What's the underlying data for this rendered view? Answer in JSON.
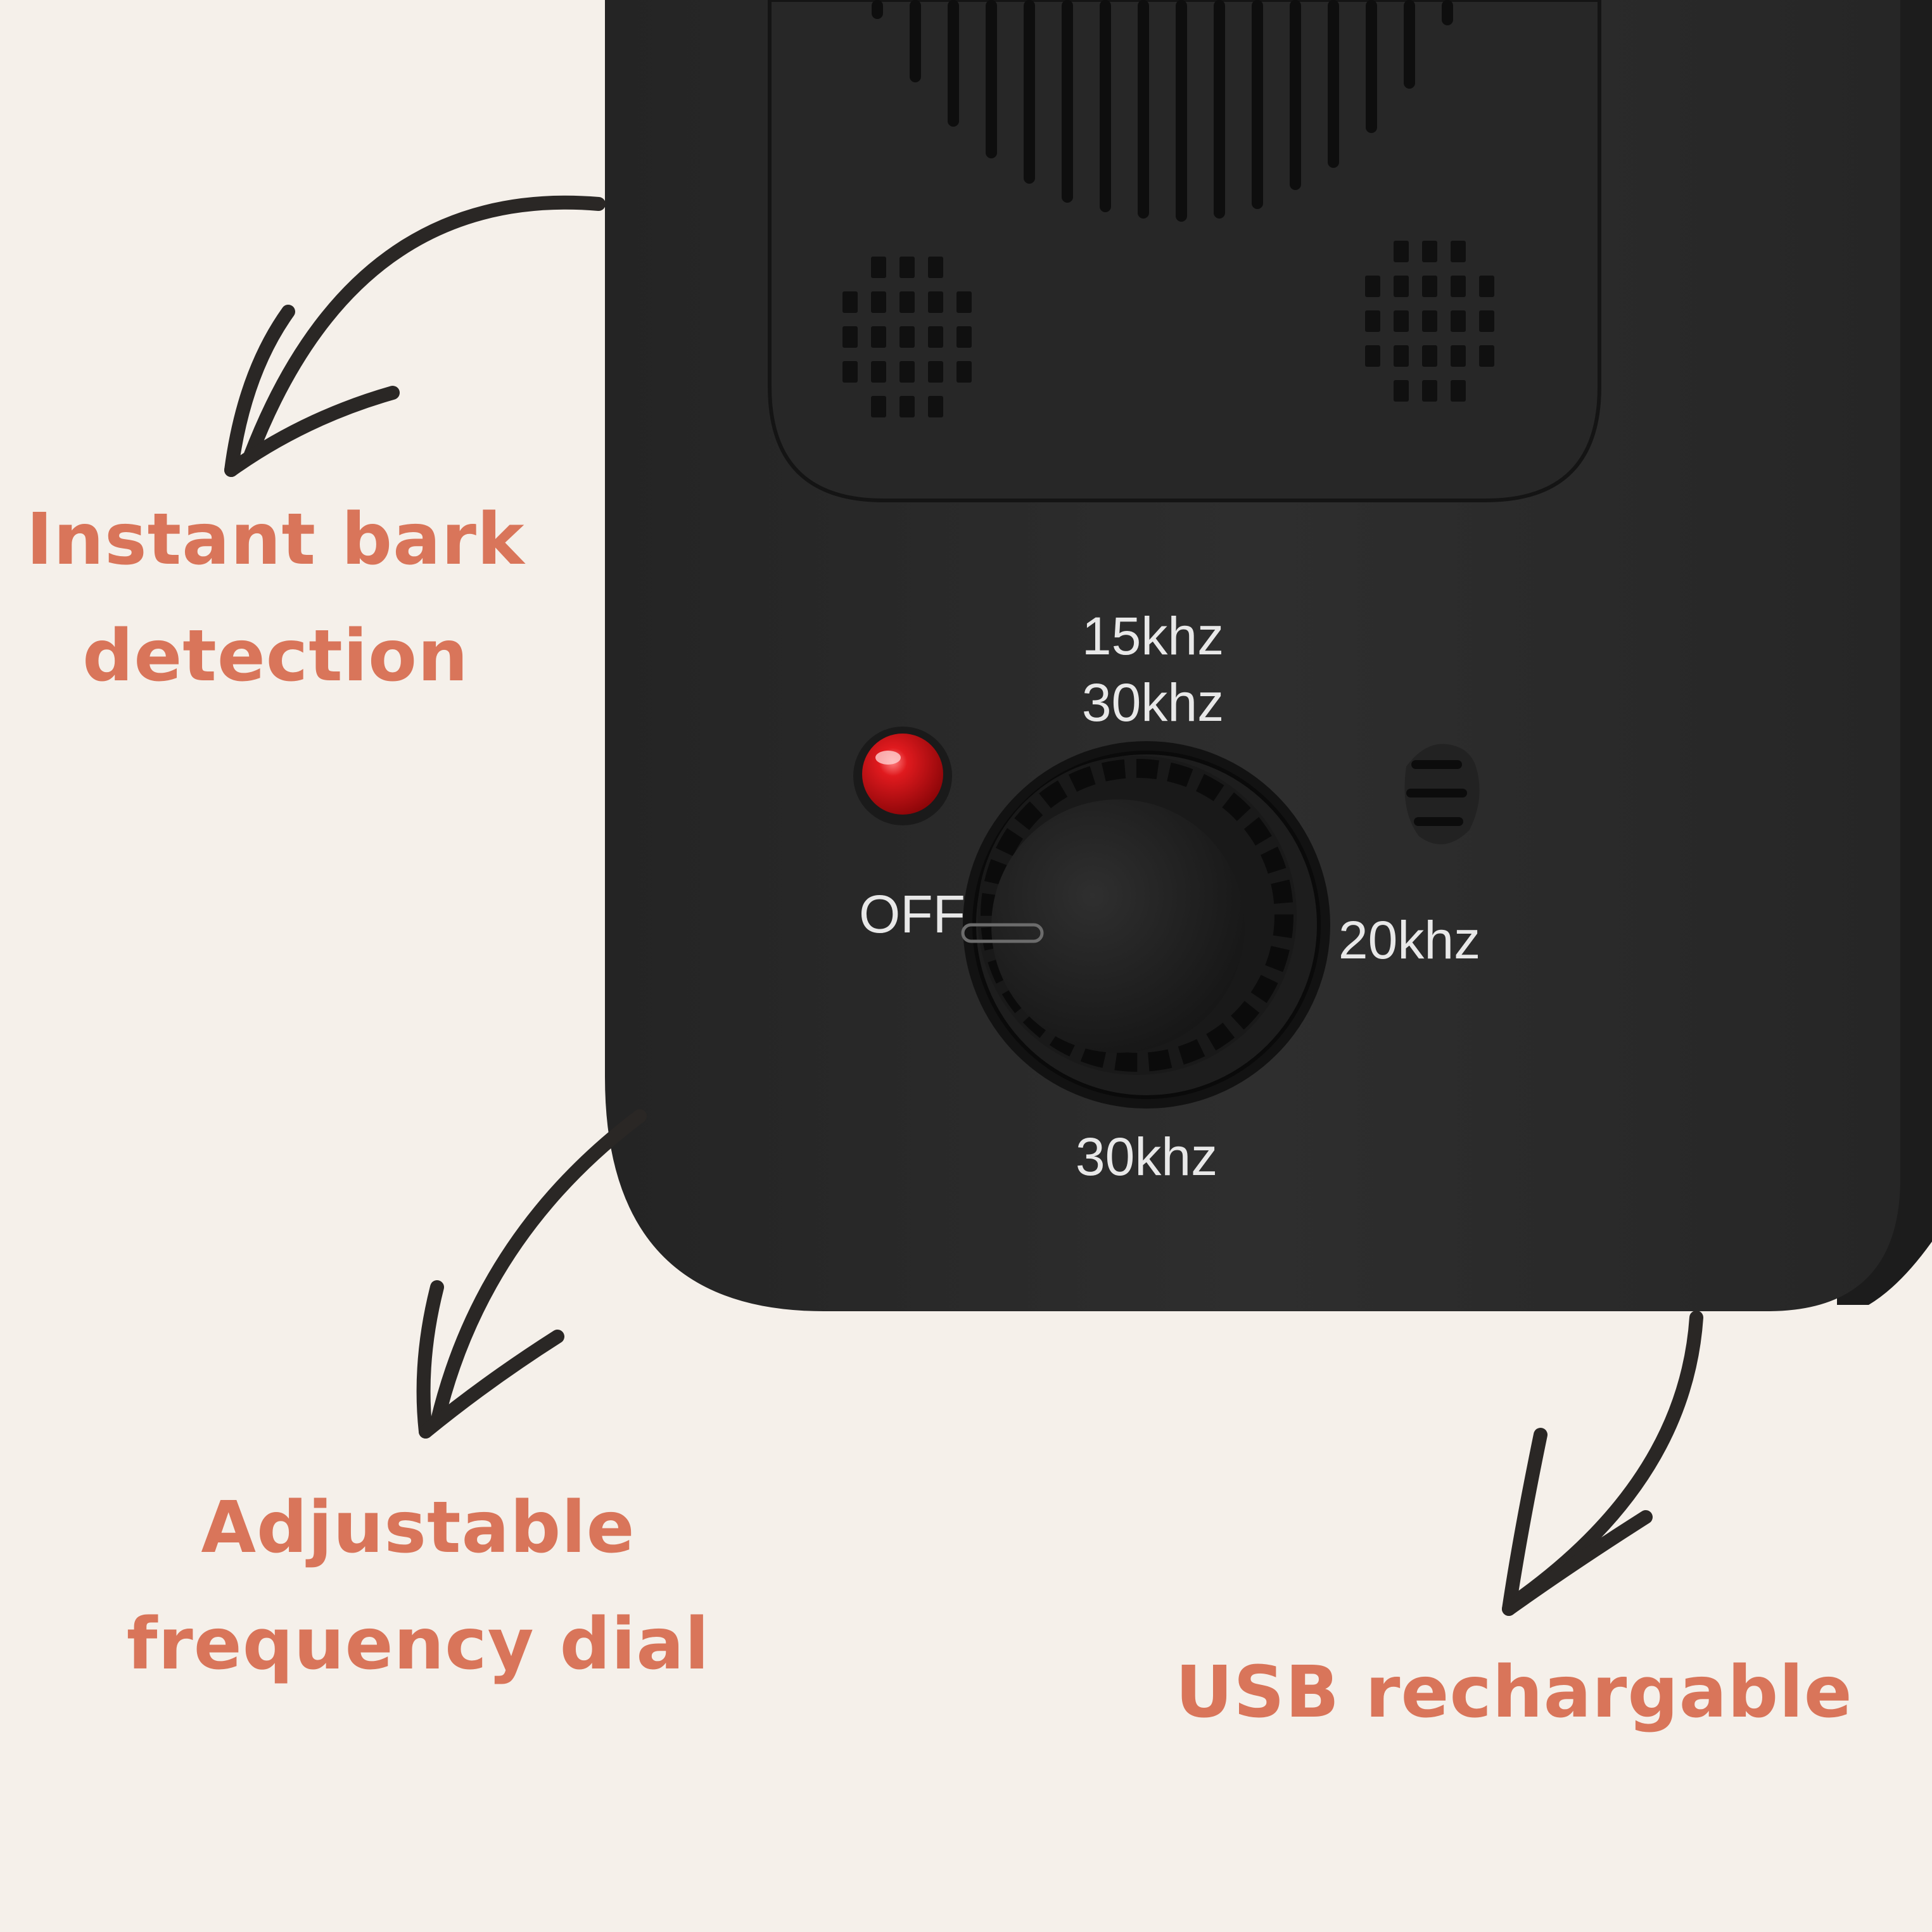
{
  "callouts": {
    "bark": {
      "line1": "Instant bark",
      "line2": "detection"
    },
    "dial": {
      "line1": "Adjustable",
      "line2": "frequency dial"
    },
    "usb": {
      "line1": "USB rechargable"
    }
  },
  "device": {
    "dial_labels": {
      "top_1": "15khz",
      "top_2": "30khz",
      "left": "OFF",
      "right": "20khz",
      "bottom": "30khz"
    },
    "indicator_color": "#cc1418"
  },
  "colors": {
    "background": "#f5f0ea",
    "device_body": "#2b2b2b",
    "callout_text": "#d9755a",
    "arrow": "#2a2725"
  }
}
